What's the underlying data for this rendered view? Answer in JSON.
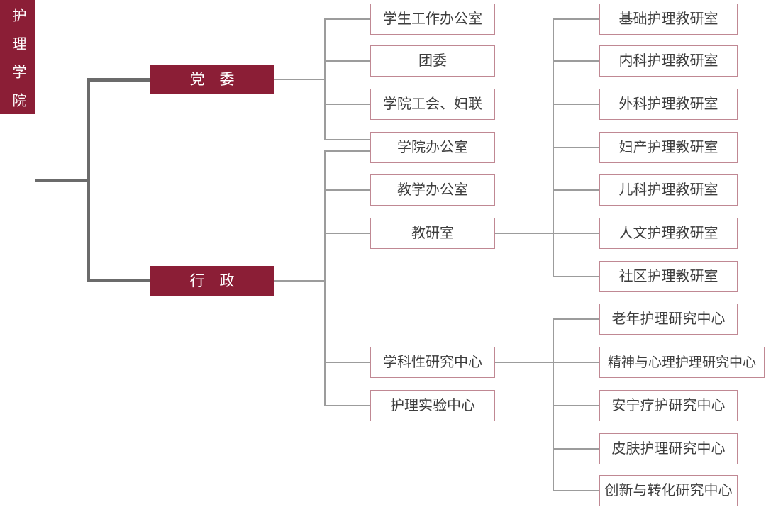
{
  "diagram": {
    "root": {
      "label": "护理学院"
    },
    "level1": {
      "party": {
        "label": "党　委"
      },
      "admin": {
        "label": "行　政"
      }
    },
    "level2": [
      {
        "label": "学生工作办公室"
      },
      {
        "label": "团委"
      },
      {
        "label": "学院工会、妇联"
      },
      {
        "label": "学院办公室"
      },
      {
        "label": "教学办公室"
      },
      {
        "label": "教研室"
      },
      {
        "label": "学科性研究中心"
      },
      {
        "label": "护理实验中心"
      }
    ],
    "level3": [
      {
        "label": "基础护理教研室"
      },
      {
        "label": "内科护理教研室"
      },
      {
        "label": "外科护理教研室"
      },
      {
        "label": "妇产护理教研室"
      },
      {
        "label": "儿科护理教研室"
      },
      {
        "label": "人文护理教研室"
      },
      {
        "label": "社区护理教研室"
      },
      {
        "label": "老年护理研究中心"
      },
      {
        "label": "精神与心理护理研究中心"
      },
      {
        "label": "安宁疗护研究中心"
      },
      {
        "label": "皮肤护理研究中心"
      },
      {
        "label": "创新与转化研究中心"
      }
    ],
    "colors": {
      "brand_fill": "#8b1e36",
      "box_border": "#c08893",
      "box_text": "#3d3d3d",
      "line_thin": "#9c9c9c",
      "line_thick": "#6b6b6b",
      "background": "#ffffff"
    }
  }
}
